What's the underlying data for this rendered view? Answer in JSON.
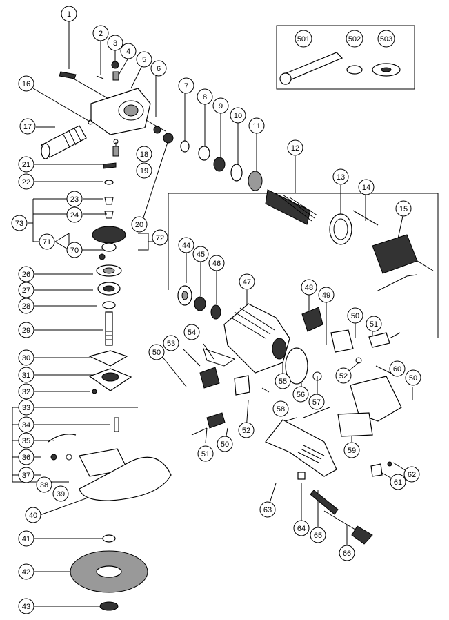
{
  "labels": {
    "p1": "1",
    "p2": "2",
    "p3": "3",
    "p4": "4",
    "p5": "5",
    "p6": "6",
    "p7": "7",
    "p8": "8",
    "p9": "9",
    "p10": "10",
    "p11": "11",
    "p12": "12",
    "p13": "13",
    "p14": "14",
    "p15": "15",
    "p16": "16",
    "p17": "17",
    "p18": "18",
    "p19": "19",
    "p20": "20",
    "p21": "21",
    "p22": "22",
    "p23": "23",
    "p24": "24",
    "p26": "26",
    "p27": "27",
    "p28": "28",
    "p29": "29",
    "p30": "30",
    "p31": "31",
    "p32": "32",
    "p33": "33",
    "p34": "34",
    "p35": "35",
    "p36": "36",
    "p37": "37",
    "p38": "38",
    "p39": "39",
    "p40": "40",
    "p41": "41",
    "p42": "42",
    "p43": "43",
    "p44": "44",
    "p45": "45",
    "p46": "46",
    "p47": "47",
    "p48": "48",
    "p49": "49",
    "p50a": "50",
    "p50b": "50",
    "p50c": "50",
    "p50d": "50",
    "p51a": "51",
    "p51b": "51",
    "p52a": "52",
    "p52b": "52",
    "p53": "53",
    "p54": "54",
    "p55": "55",
    "p56": "56",
    "p57": "57",
    "p58": "58",
    "p59": "59",
    "p60": "60",
    "p61": "61",
    "p62": "62",
    "p63": "63",
    "p64": "64",
    "p65": "65",
    "p66": "66",
    "p70": "70",
    "p71": "71",
    "p72": "72",
    "p73": "73",
    "p501": "501",
    "p502": "502",
    "p503": "503"
  }
}
